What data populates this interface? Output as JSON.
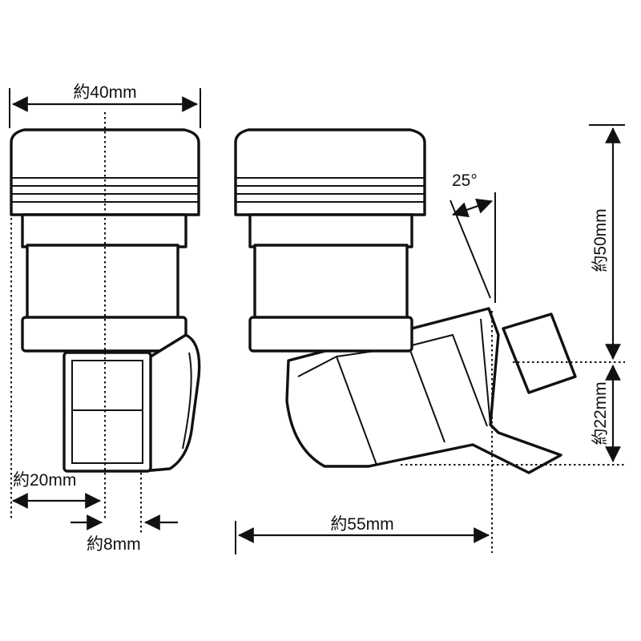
{
  "dimensions": {
    "width_40": "約40mm",
    "width_20": "約20mm",
    "offset_8": "約8mm",
    "length_55": "約55mm",
    "height_50": "約50mm",
    "height_22": "約22mm",
    "angle_25": "25°"
  },
  "colors": {
    "ink": "#111111",
    "background": "#ffffff"
  }
}
